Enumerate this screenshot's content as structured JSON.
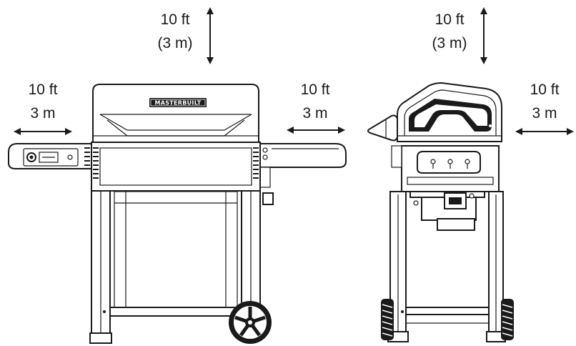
{
  "brand": "MASTERBUILT",
  "clearances": {
    "front_top": {
      "line1": "10 ft",
      "line2": "(3 m)"
    },
    "front_left": {
      "line1": "10 ft",
      "line2": "3 m"
    },
    "front_right": {
      "line1": "10 ft",
      "line2": "3 m"
    },
    "side_top": {
      "line1": "10 ft",
      "line2": "(3 m)"
    },
    "side_right": {
      "line1": "10 ft",
      "line2": "3 m"
    }
  }
}
